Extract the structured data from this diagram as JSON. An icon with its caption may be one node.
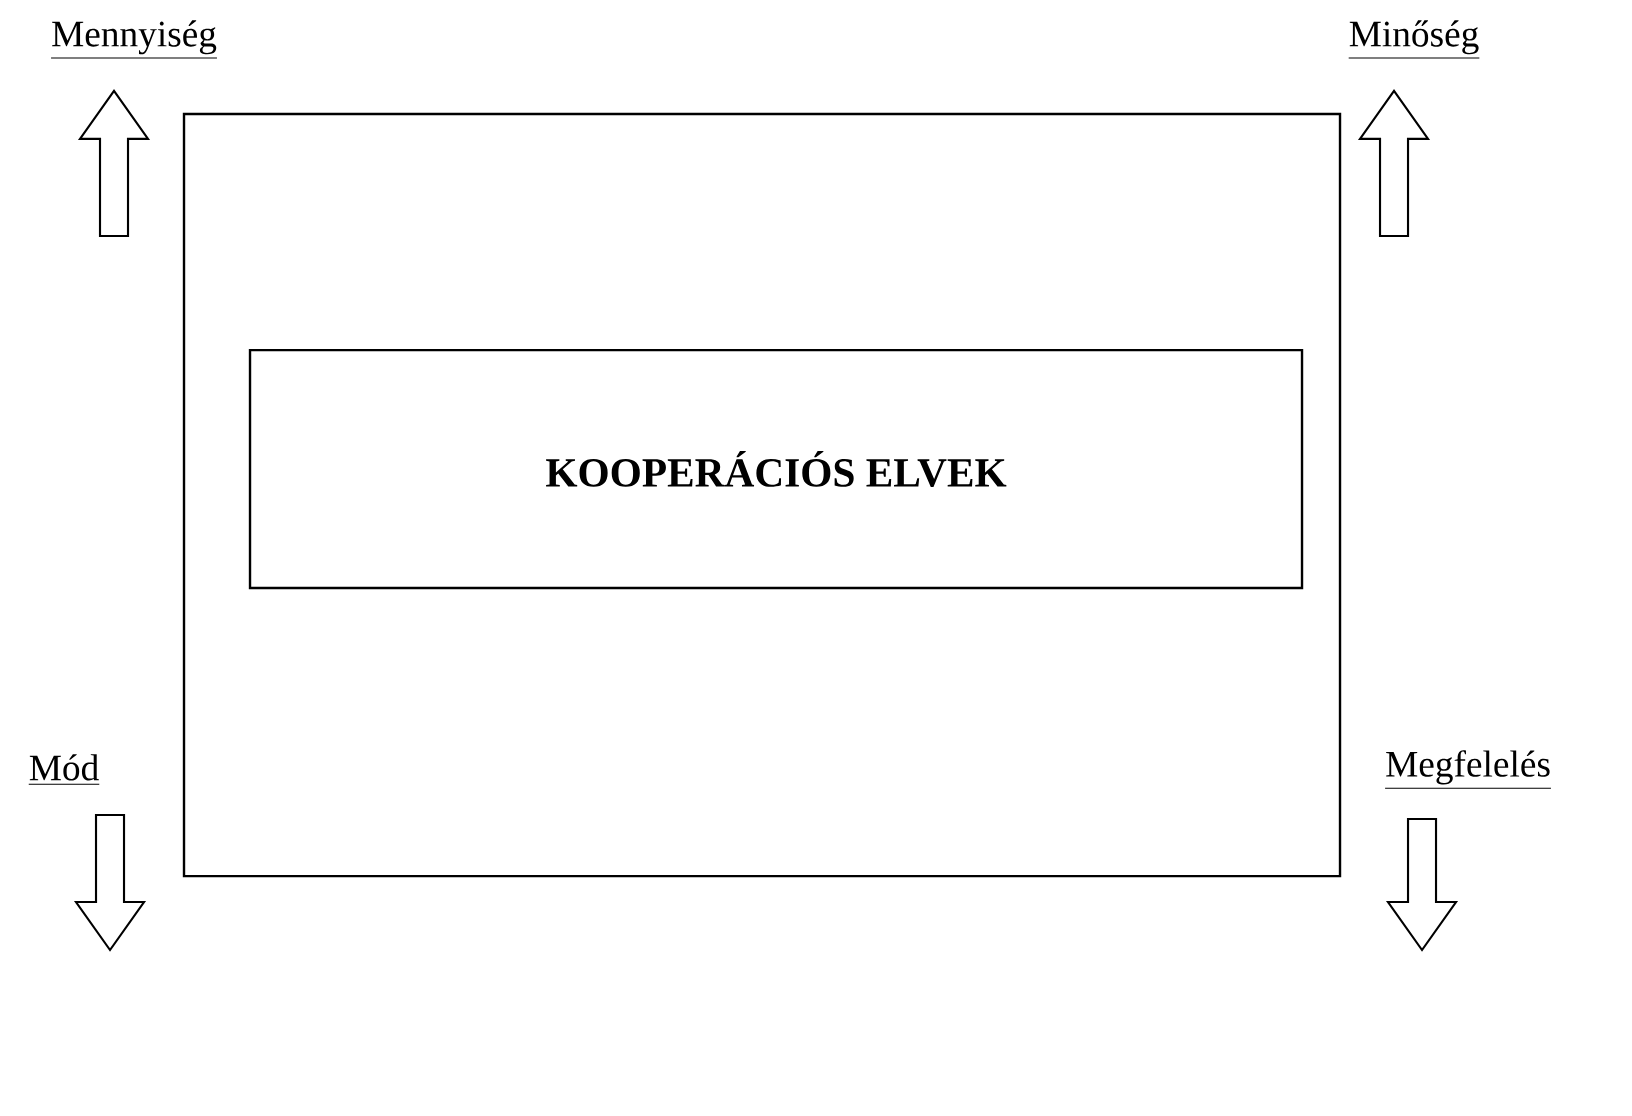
{
  "diagram": {
    "nodes": [
      {
        "text": [],
        "shape": "box"
      },
      {
        "text": [
          "KOOPERÁCIÓS ELVEK"
        ],
        "in": 0
      },
      {
        "text": [
          "Mennyiség"
        ]
      },
      {
        "text": [
          "Minőség"
        ]
      },
      {
        "text": [
          "Mód"
        ]
      },
      {
        "text": [
          "Megfelelés"
        ]
      }
    ],
    "edges": [
      {
        "from": null,
        "to": 2,
        "arrow": "to"
      },
      {
        "from": null,
        "to": 3,
        "arrow": "to"
      },
      {
        "from": 4,
        "to": null,
        "arrow": "to"
      },
      {
        "from": 5,
        "to": null,
        "arrow": "to"
      }
    ]
  }
}
